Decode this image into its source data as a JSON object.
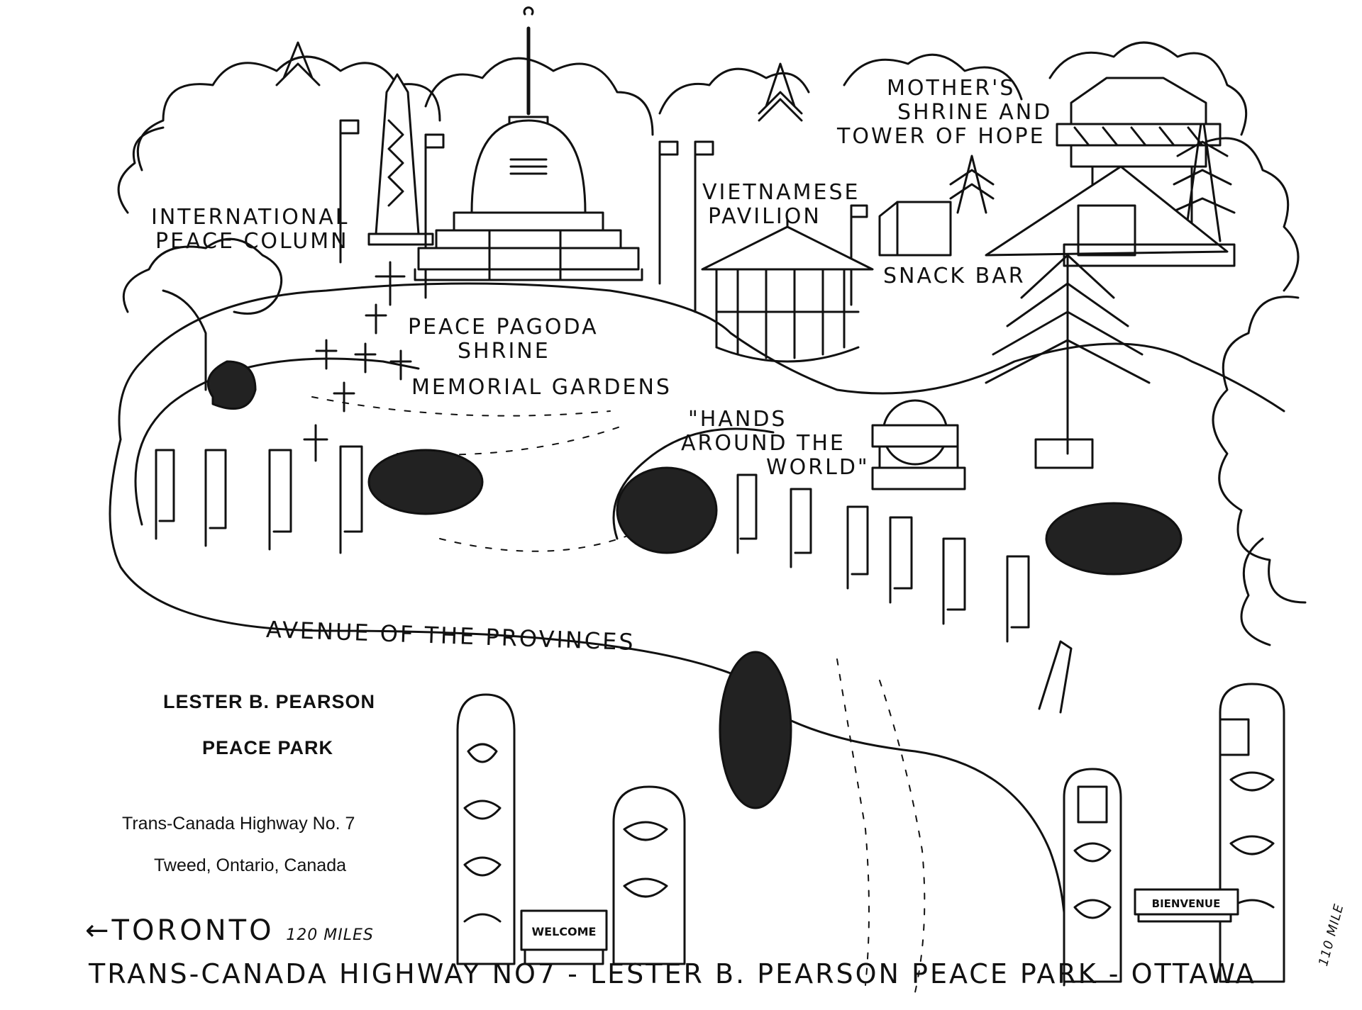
{
  "labels": {
    "peace_column": [
      "INTERNATIONAL",
      "PEACE COLUMN"
    ],
    "mothers_shrine": [
      "MOTHER'S",
      "SHRINE AND",
      "TOWER OF HOPE"
    ],
    "vietnamese": [
      "VIETNAMESE",
      "PAVILION"
    ],
    "snack_bar": "SNACK BAR",
    "pagoda": [
      "PEACE PAGODA",
      "SHRINE"
    ],
    "memorial": "MEMORIAL GARDENS",
    "hands": [
      "\"HANDS",
      "AROUND THE",
      "WORLD\""
    ],
    "avenue": "AVENUE OF THE PROVINCES"
  },
  "info": {
    "name_line1": "LESTER B. PEARSON",
    "name_line2": "PEACE PARK",
    "address_line1": "Trans-Canada Highway No. 7",
    "address_line2": "Tweed, Ontario, Canada"
  },
  "roads": {
    "toronto": "←TORONTO",
    "toronto_distance": "120 MILES",
    "highway": "TRANS-CANADA HIGHWAY NO7 - LESTER B. PEARSON PEACE PARK - OTTAWA",
    "ottawa_distance": "110 MILE"
  },
  "signs": {
    "welcome_left": "WELCOME",
    "welcome_right": "BIENVENUE"
  },
  "colors": {
    "ink": "#111111",
    "paper": "#ffffff"
  }
}
